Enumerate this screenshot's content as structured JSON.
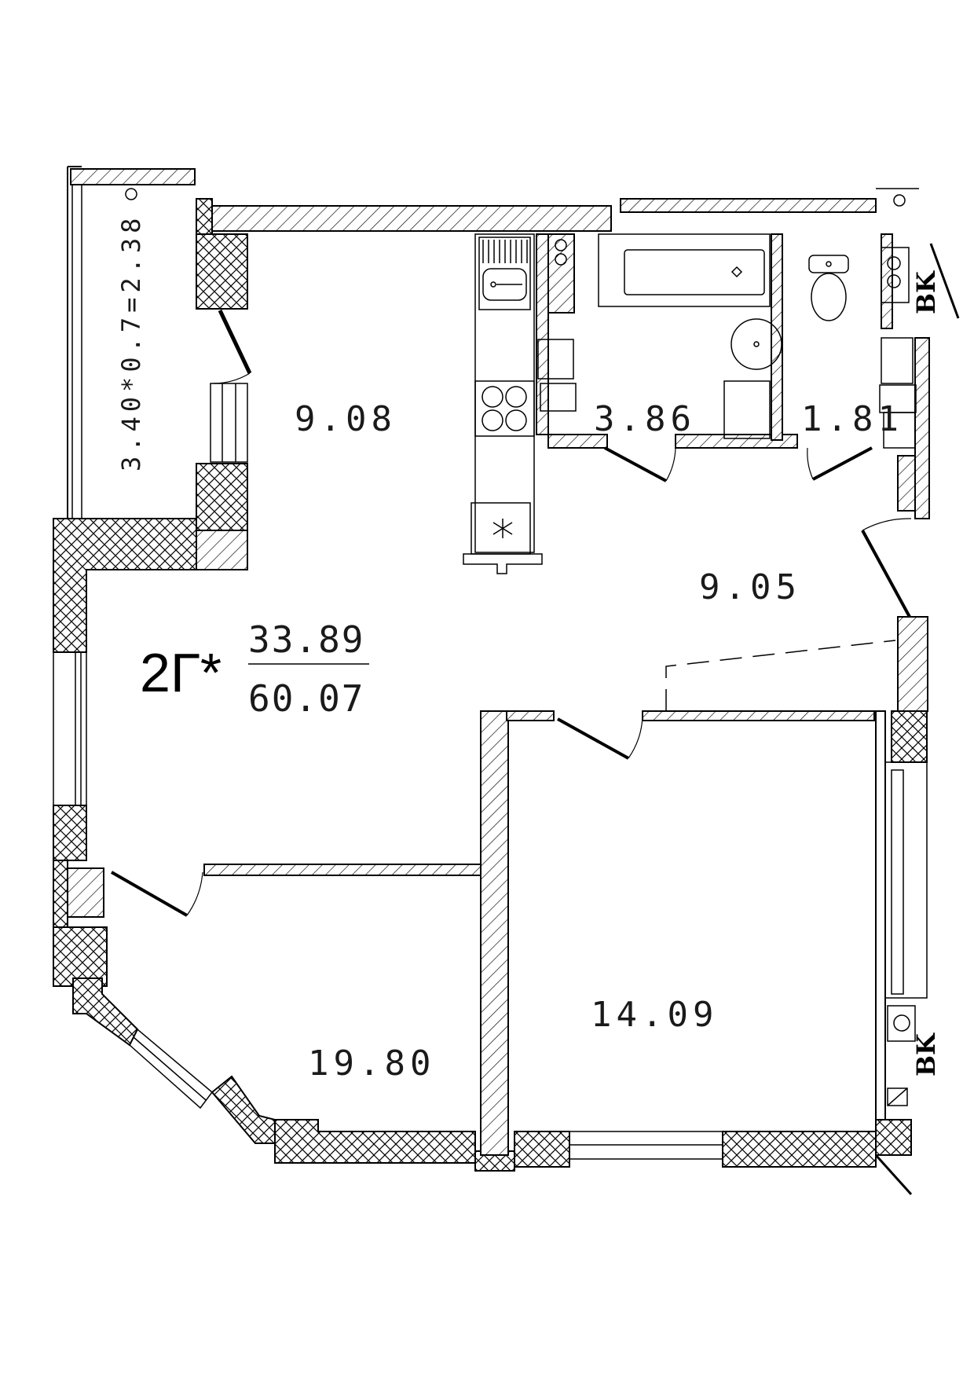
{
  "apartment": {
    "code": "2Г*",
    "living_area": "33.89",
    "total_area": "60.07"
  },
  "rooms": {
    "balcony": "3.40*0.7=2.38",
    "kitchen": "9.08",
    "bathroom": "3.86",
    "toilet": "1.81",
    "hall": "9.05",
    "living_room": "19.80",
    "bedroom": "14.09"
  },
  "markers": {
    "shaft_top": "BK",
    "shaft_bottom": "BK"
  },
  "colors": {
    "line": "#000000",
    "hatch": "#000000",
    "background": "#ffffff"
  }
}
